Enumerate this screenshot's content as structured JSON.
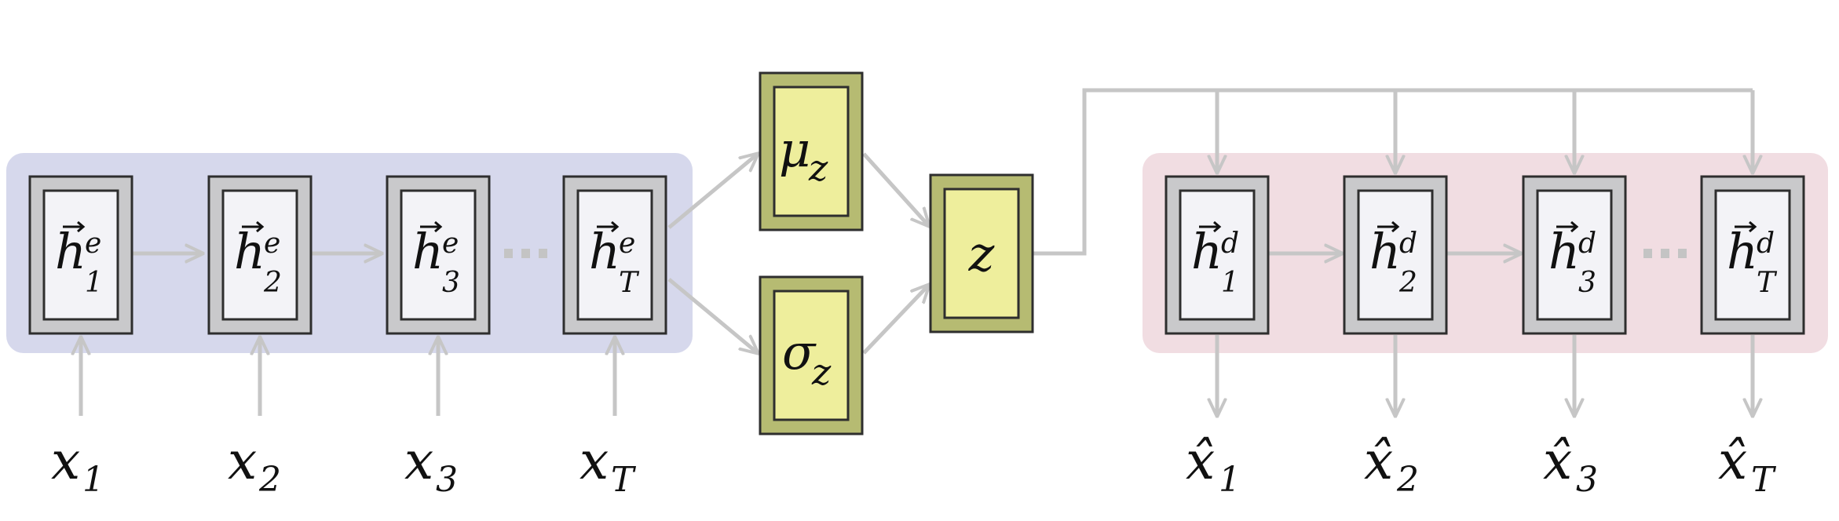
{
  "encoder": {
    "cells": [
      {
        "base": "h",
        "sup": "e",
        "sub": "1"
      },
      {
        "base": "h",
        "sup": "e",
        "sub": "2"
      },
      {
        "base": "h",
        "sup": "e",
        "sub": "3"
      },
      {
        "base": "h",
        "sup": "e",
        "sub": "T"
      }
    ],
    "inputs": [
      {
        "base": "x",
        "sub": "1"
      },
      {
        "base": "x",
        "sub": "2"
      },
      {
        "base": "x",
        "sub": "3"
      },
      {
        "base": "x",
        "sub": "T"
      }
    ]
  },
  "latent": {
    "mu": {
      "base": "μ",
      "sub": "z"
    },
    "sigma": {
      "base": "σ",
      "sub": "z"
    },
    "z": {
      "base": "z"
    }
  },
  "decoder": {
    "cells": [
      {
        "base": "h",
        "sup": "d",
        "sub": "1"
      },
      {
        "base": "h",
        "sup": "d",
        "sub": "2"
      },
      {
        "base": "h",
        "sup": "d",
        "sub": "3"
      },
      {
        "base": "h",
        "sup": "d",
        "sub": "T"
      }
    ],
    "outputs": [
      {
        "base": "x̂",
        "sub": "1"
      },
      {
        "base": "x̂",
        "sub": "2"
      },
      {
        "base": "x̂",
        "sub": "3"
      },
      {
        "base": "x̂",
        "sub": "T"
      }
    ]
  },
  "colors": {
    "encoder_bg": "#d6d8ec",
    "decoder_bg": "#f1dde2",
    "cell_outer": "#c9c9cb",
    "cell_inner": "#f3f3f7",
    "latent_outer": "#b6bb72",
    "latent_inner": "#eeee9c",
    "arrow": "#c6c6c6",
    "dots": "#c4c4c4"
  }
}
